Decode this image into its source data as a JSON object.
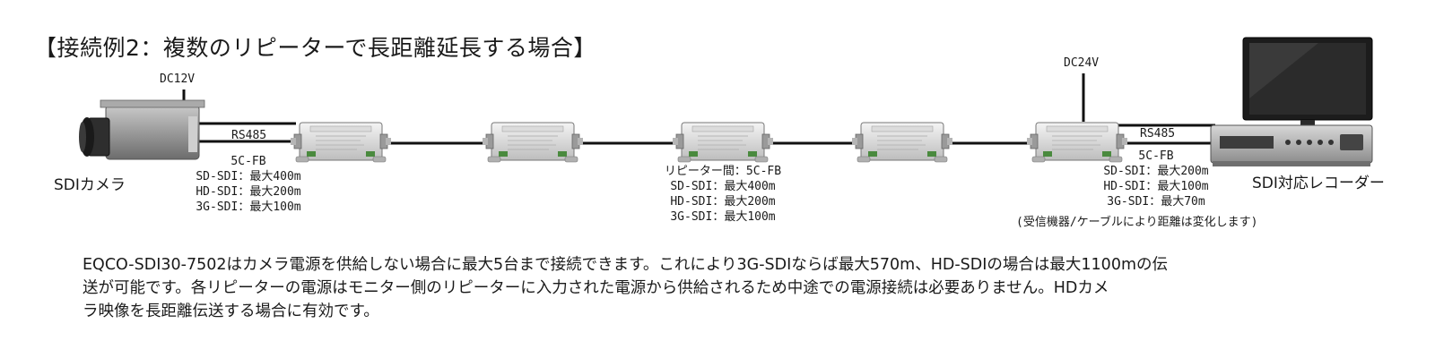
{
  "title": "【接続例2：複数のリピーターで長距離延長する場合】",
  "camera": {
    "label": "SDIカメラ",
    "power": "DC12V"
  },
  "recorder": {
    "label": "SDI対応レコーダー",
    "power": "DC24V"
  },
  "link_left": {
    "rs485": "RS485",
    "cable": "5C-FB",
    "sd": "SD-SDI：最大400m",
    "hd": "HD-SDI：最大200m",
    "g3": "3G-SDI：最大100m"
  },
  "link_mid": {
    "cable": "リピーター間：5C-FB",
    "sd": "SD-SDI：最大400m",
    "hd": "HD-SDI：最大200m",
    "g3": "3G-SDI：最大100m"
  },
  "link_right": {
    "rs485": "RS485",
    "cable": "5C-FB",
    "sd": "SD-SDI：最大200m",
    "hd": "HD-SDI：最大100m",
    "g3": "3G-SDI：最大70m",
    "note": "(受信機器/ケーブルにより距離は変化します)"
  },
  "description": [
    "EQCO-SDI30-7502はカメラ電源を供給しない場合に最大5台まで接続できます。これにより3G-SDIならば最大570m、HD-SDIの場合は最大1100mの伝",
    "送が可能です。各リピーターの電源はモニター側のリピーターに入力された電源から供給されるため中途での電源接続は必要ありません。HDカメ",
    "ラ映像を長距離伝送する場合に有効です。"
  ]
}
